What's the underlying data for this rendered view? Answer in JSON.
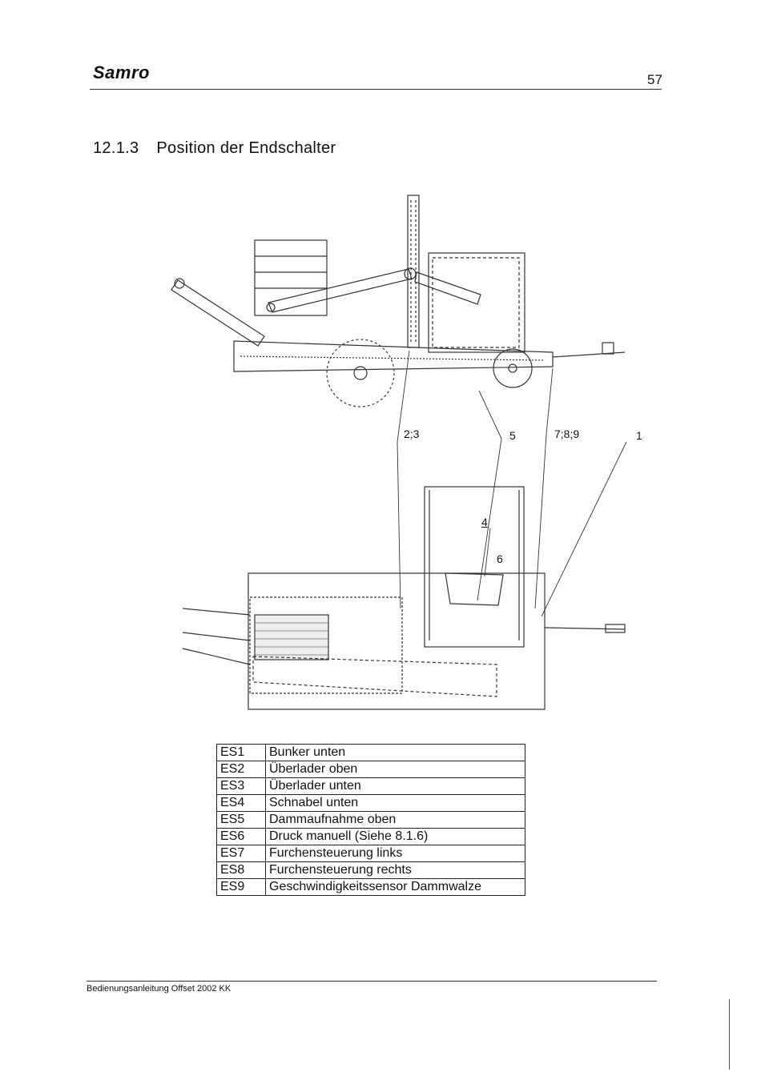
{
  "header": {
    "brand": "Samro",
    "page_number": "57"
  },
  "section": {
    "number": "12.1.3",
    "title": "Position der Endschalter"
  },
  "callouts": {
    "c23": "2;3",
    "c5": "5",
    "c789": "7;8;9",
    "c1": "1",
    "c4": "4",
    "c6": "6"
  },
  "switch_table": [
    {
      "code": "ES1",
      "description": "Bunker unten"
    },
    {
      "code": "ES2",
      "description": "Überlader oben"
    },
    {
      "code": "ES3",
      "description": "Überlader unten"
    },
    {
      "code": "ES4",
      "description": "Schnabel unten"
    },
    {
      "code": "ES5",
      "description": "Dammaufnahme oben"
    },
    {
      "code": "ES6",
      "description": "Druck manuell (Siehe 8.1.6)"
    },
    {
      "code": "ES7",
      "description": "Furchensteuerung links"
    },
    {
      "code": "ES8",
      "description": "Furchensteuerung rechts"
    },
    {
      "code": "ES9",
      "description": "Geschwindigkeitssensor Dammwalze"
    }
  ],
  "footer": {
    "text": "Bedienungsanleitung Offset 2002 KK"
  }
}
